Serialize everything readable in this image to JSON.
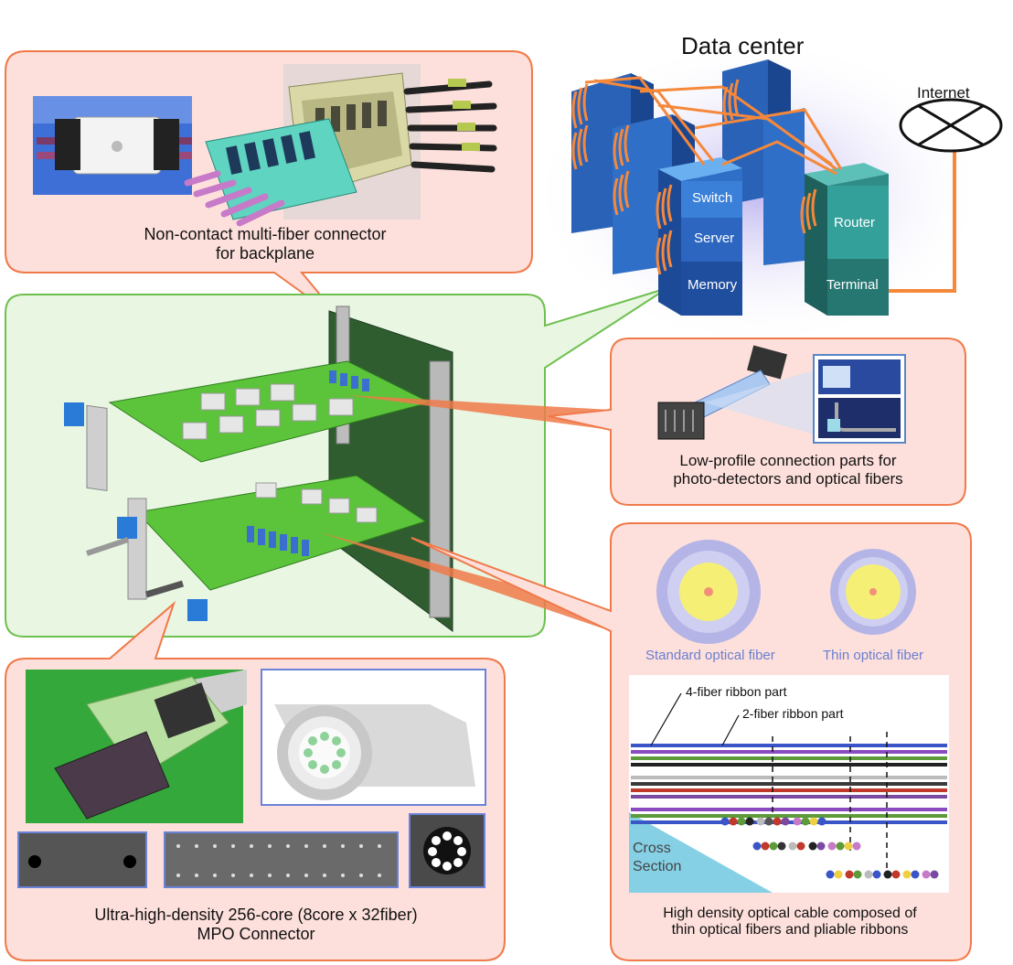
{
  "title": "Data center",
  "internet_label": "Internet",
  "stack_labels": {
    "switch": "Switch",
    "server": "Server",
    "memory": "Memory",
    "router": "Router",
    "terminal": "Terminal"
  },
  "callouts": {
    "backplane_line1": "Non-contact multi-fiber connector",
    "backplane_line2": "for backplane",
    "lowprofile_line1": "Low-profile connection parts for",
    "lowprofile_line2": "photo-detectors and optical fibers",
    "cable_line1": "High density optical cable composed of",
    "cable_line2": "thin optical fibers and pliable ribbons",
    "mpo_line1": "Ultra-high-density 256-core (8core x 32fiber)",
    "mpo_line2": "MPO Connector"
  },
  "fiber_labels": {
    "standard": "Standard optical fiber",
    "thin": "Thin optical fiber",
    "four_fiber": "4-fiber ribbon part",
    "two_fiber": "2-fiber ribbon part",
    "cross_section_line1": "Cross",
    "cross_section_line2": "Section"
  },
  "colors": {
    "callout_fill": "#fde0dc",
    "callout_border": "#f07a4a",
    "green_fill": "#e8f6e2",
    "green_border": "#6ec04e",
    "board_green": "#5cc43a",
    "rack_blue": "#2a62b8",
    "router_teal": "#2f8c86",
    "orange_cable": "#f5883a"
  }
}
